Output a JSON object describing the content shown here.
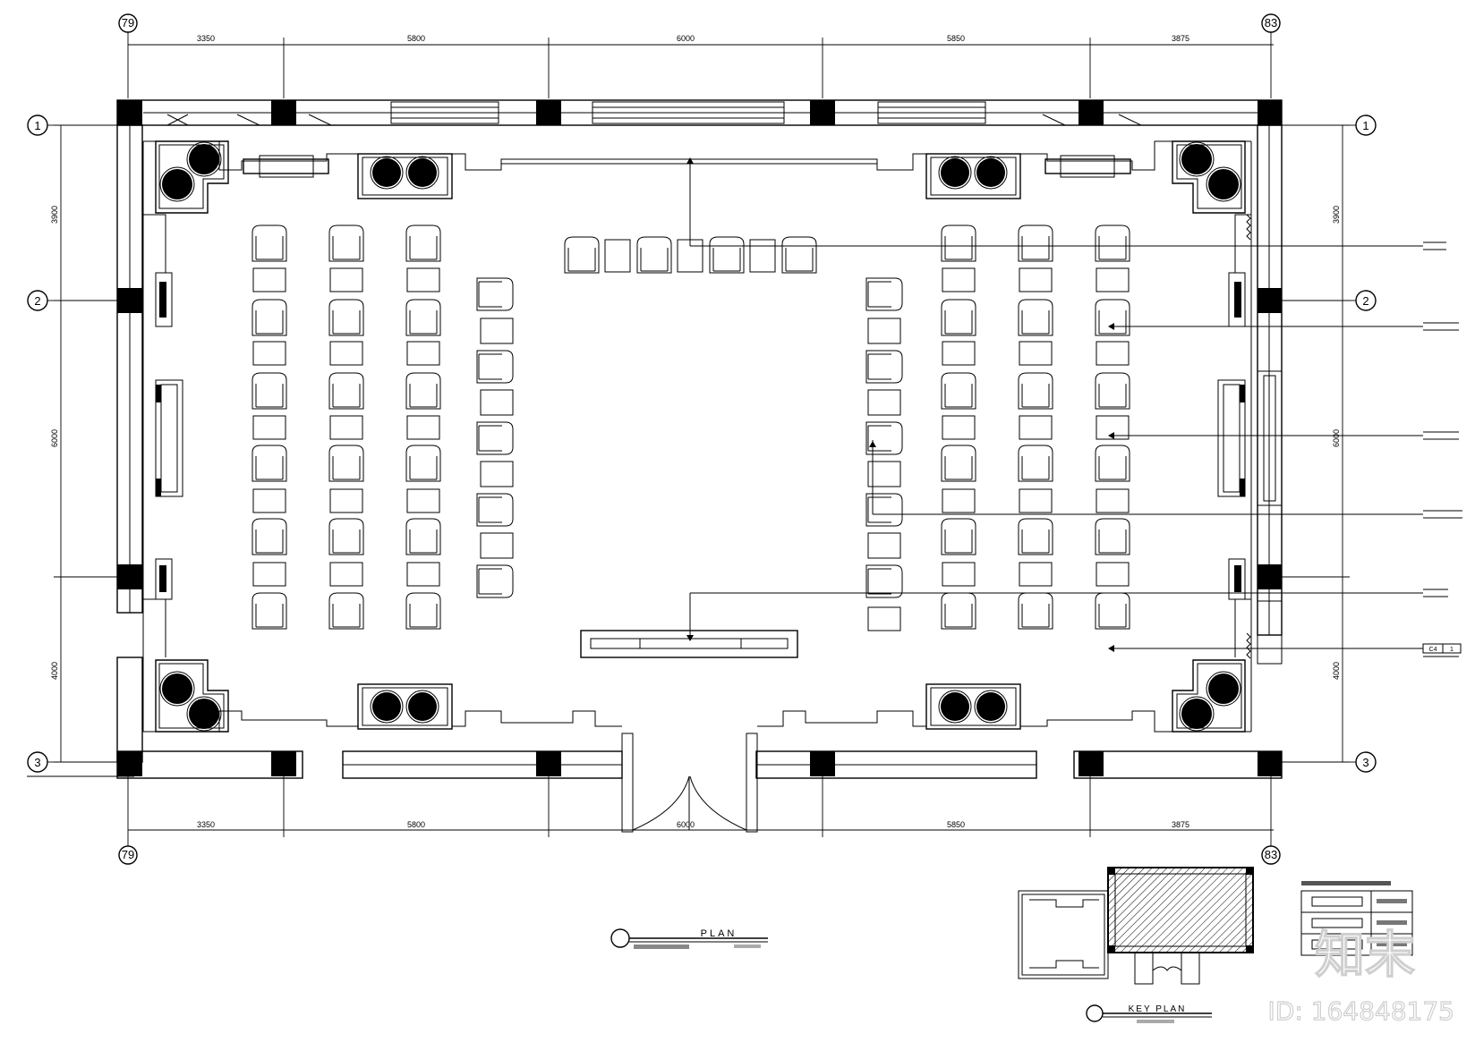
{
  "dimensions": {
    "top": [
      "3350",
      "5800",
      "6000",
      "5850",
      "3875"
    ],
    "bottom": [
      "3350",
      "5800",
      "6000",
      "5850",
      "3875"
    ],
    "left": [
      "3900",
      "6000",
      "4000"
    ],
    "right": [
      "3900",
      "6000",
      "4000"
    ]
  },
  "grid": {
    "columns": [
      "79",
      "83"
    ],
    "rows": [
      "1",
      "2",
      "3"
    ]
  },
  "callout_tag": [
    "C4",
    "1"
  ],
  "plan_title": "PLAN",
  "key_plan_title": "KEY PLAN",
  "watermark": {
    "logo": "知末",
    "id": "ID: 164848175"
  },
  "colors": {
    "line": "#000000",
    "background": "#ffffff",
    "watermark": "#cfcfcf"
  }
}
